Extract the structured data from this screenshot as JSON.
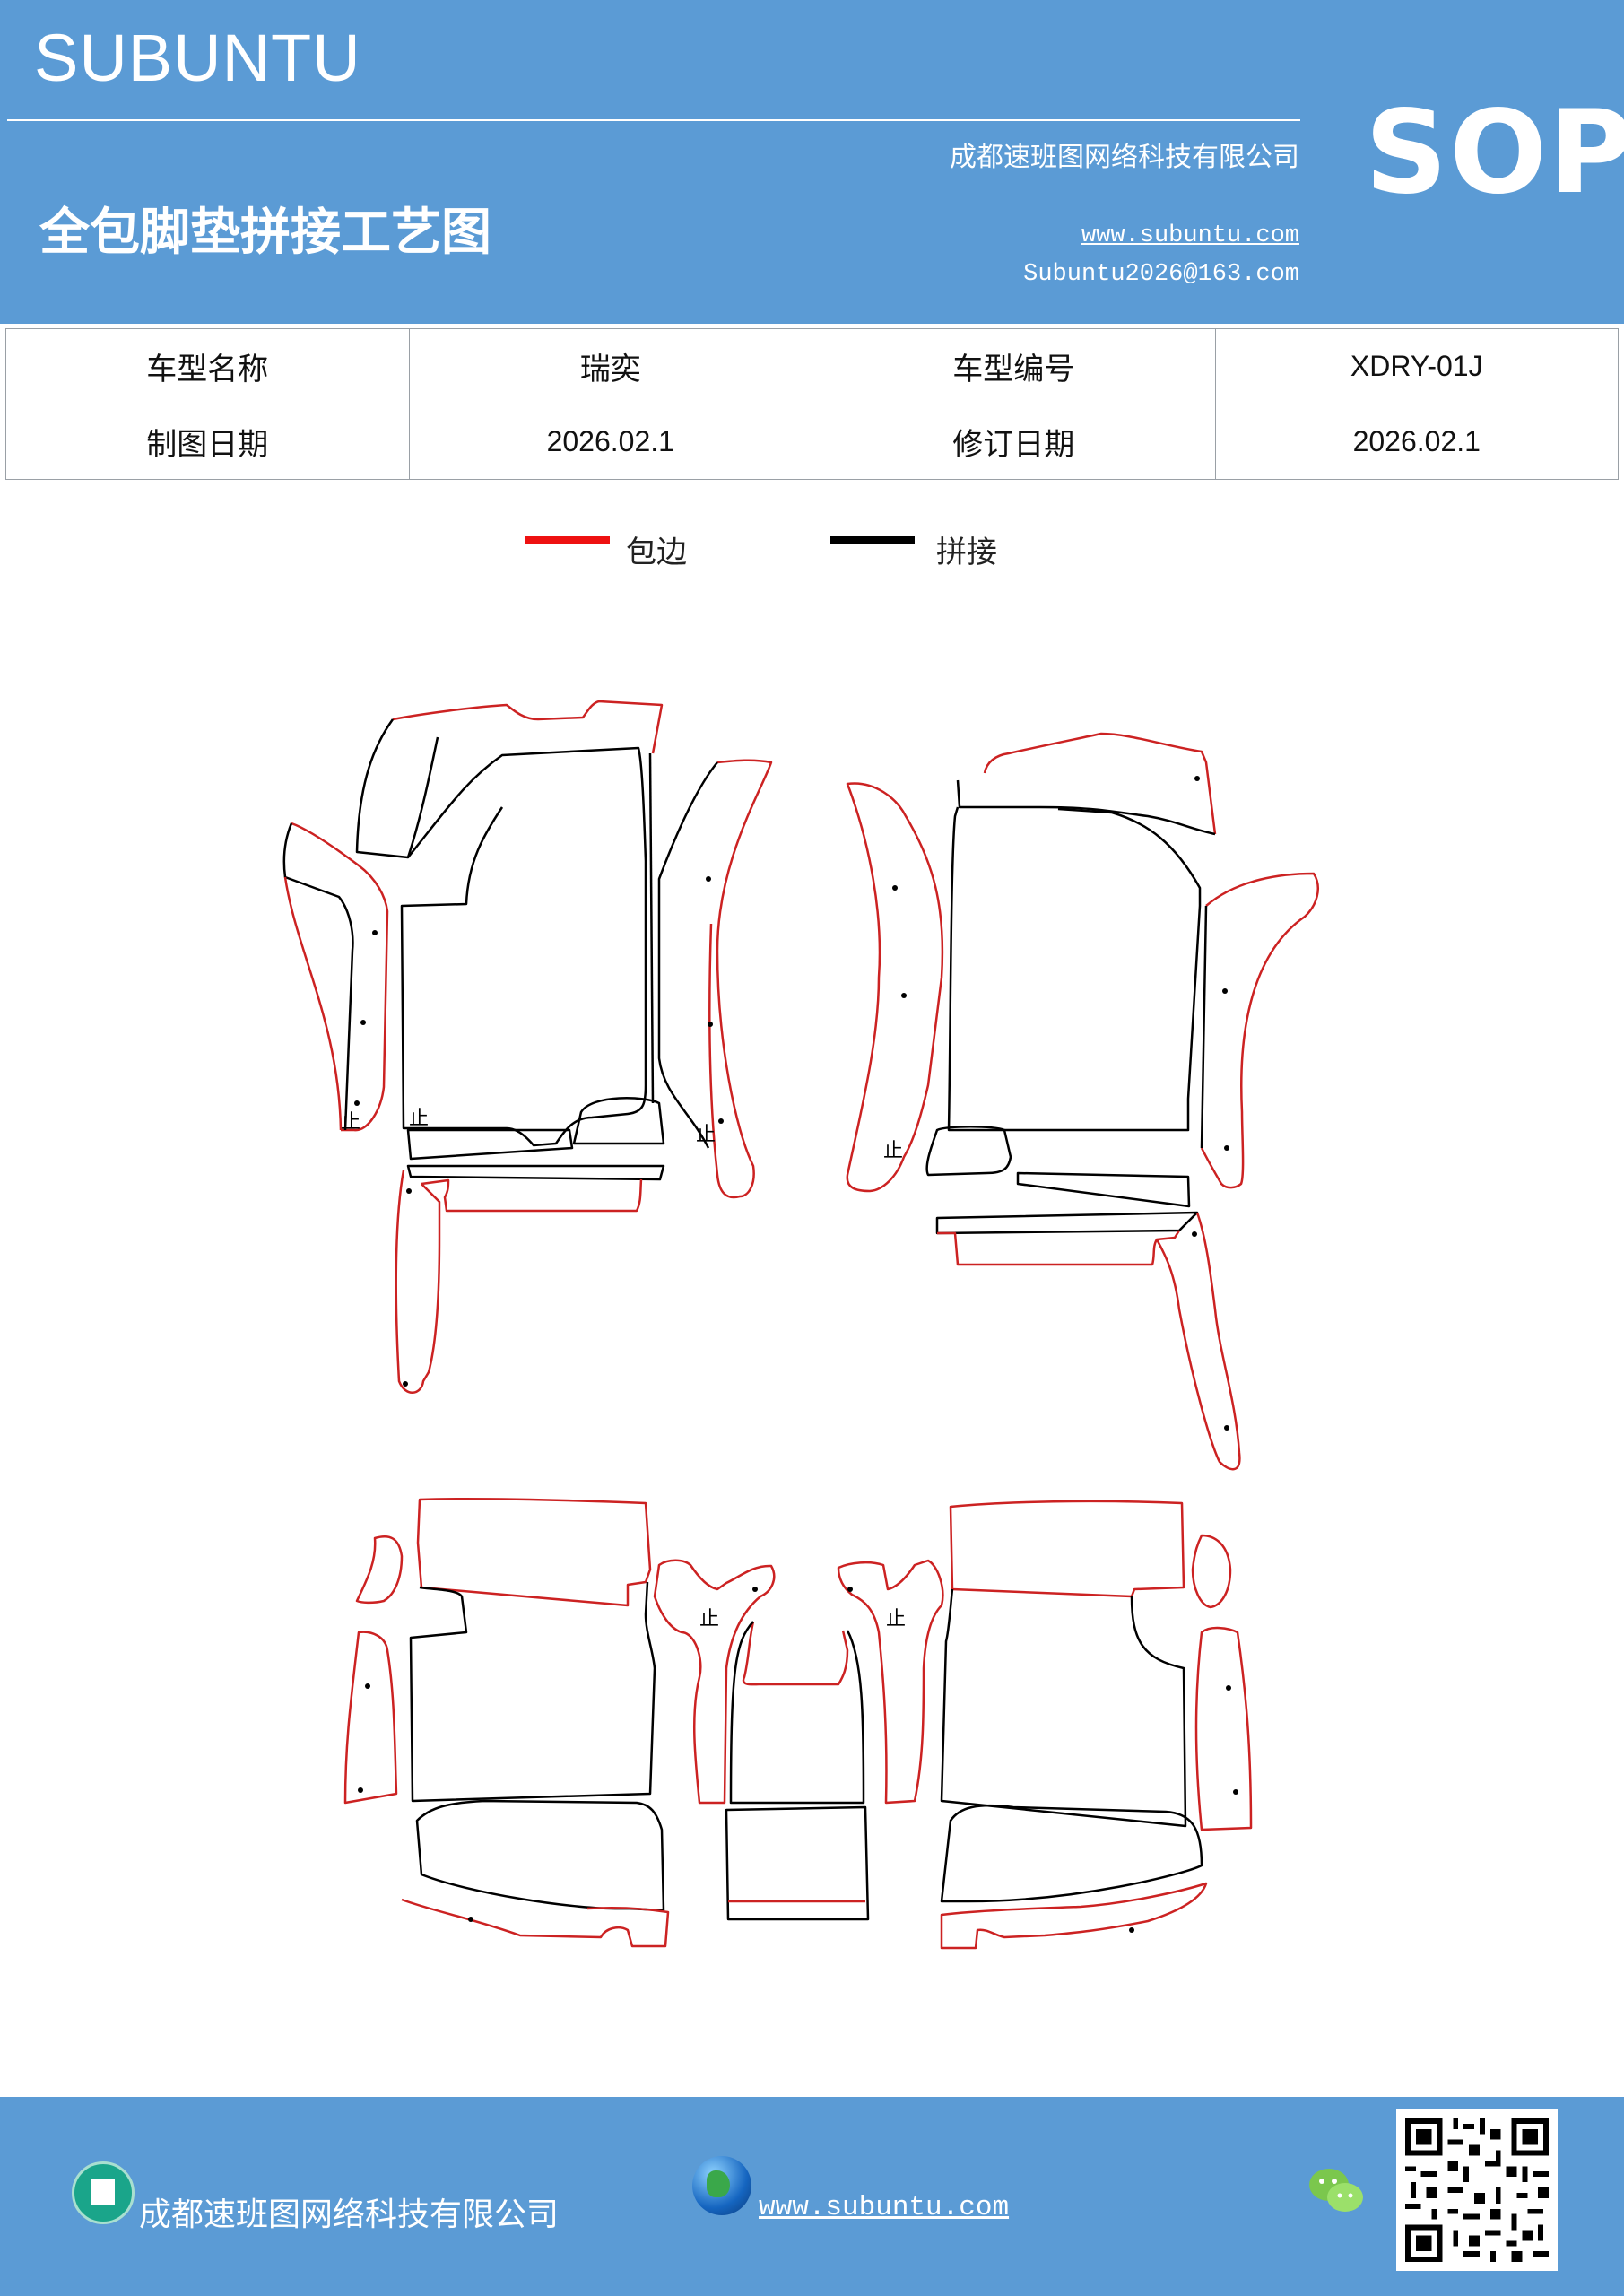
{
  "header": {
    "brand": "SUBUNTU",
    "company": "成都速班图网络科技有限公司",
    "title": "全包脚垫拼接工艺图",
    "website": "www.subuntu.com",
    "email": "Subuntu2026@163.com",
    "sop": "SOP"
  },
  "info_table": {
    "row1": {
      "label1": "车型名称",
      "value1": "瑞奕",
      "label2": "车型编号",
      "value2": "XDRY-01J"
    },
    "row2": {
      "label1": "制图日期",
      "value1": "2026.02.1",
      "label2": "修订日期",
      "value2": "2026.02.1"
    }
  },
  "legend": [
    {
      "label": "包边",
      "color": "#ee1111"
    },
    {
      "label": "拼接",
      "color": "#000000"
    }
  ],
  "drawing": {
    "stop_mark": "止"
  },
  "footer": {
    "company": "成都速班图网络科技有限公司",
    "website": "www.subuntu.com",
    "icons": [
      "building-icon",
      "globe-icon",
      "wechat-icon",
      "qr-code"
    ]
  }
}
